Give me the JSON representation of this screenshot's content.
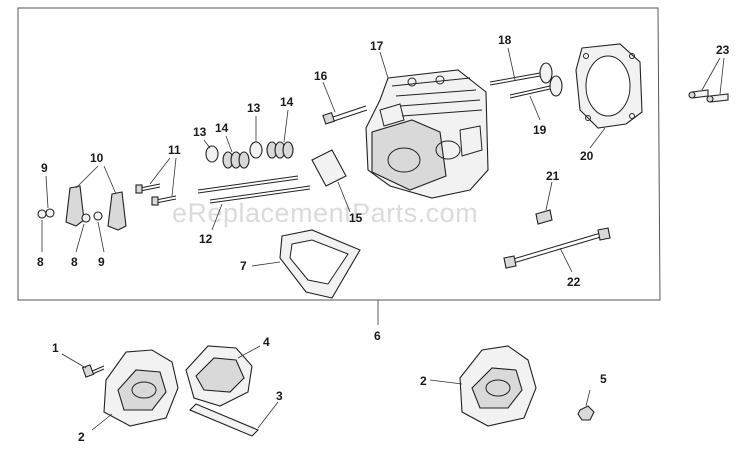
{
  "watermark": "eReplacementParts.com",
  "callouts": {
    "c1": "1",
    "c2a": "2",
    "c2b": "2",
    "c3": "3",
    "c4": "4",
    "c5": "5",
    "c6": "6",
    "c7": "7",
    "c8a": "8",
    "c8b": "8",
    "c9a": "9",
    "c9b": "9",
    "c10": "10",
    "c11": "11",
    "c12": "12",
    "c13a": "13",
    "c13b": "13",
    "c14a": "14",
    "c14b": "14",
    "c15": "15",
    "c16": "16",
    "c17": "17",
    "c18": "18",
    "c19": "19",
    "c20": "20",
    "c21": "21",
    "c22": "22",
    "c23": "23"
  }
}
